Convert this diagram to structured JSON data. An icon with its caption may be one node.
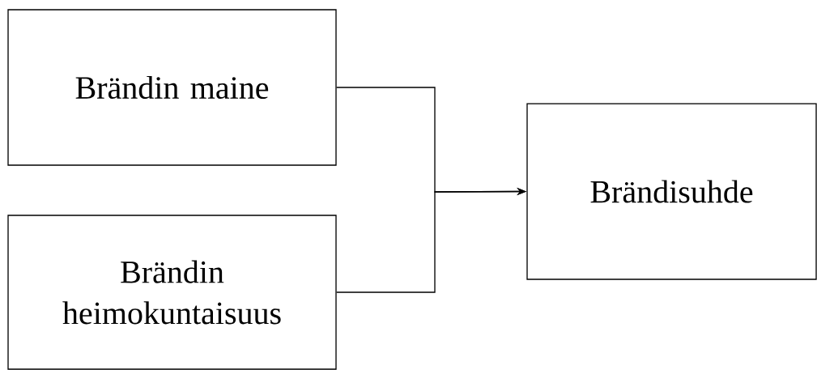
{
  "diagram": {
    "nodes": [
      {
        "text": [
          "Brändin maine"
        ]
      },
      {
        "text": [
          "Brändin heimokuntaisuus"
        ]
      },
      {
        "text": [
          "Brändisuhde"
        ]
      }
    ],
    "edges": [
      {
        "from": 0,
        "to": 2,
        "arrow": "to"
      },
      {
        "from": 1,
        "to": 2,
        "arrow": "to"
      }
    ]
  }
}
